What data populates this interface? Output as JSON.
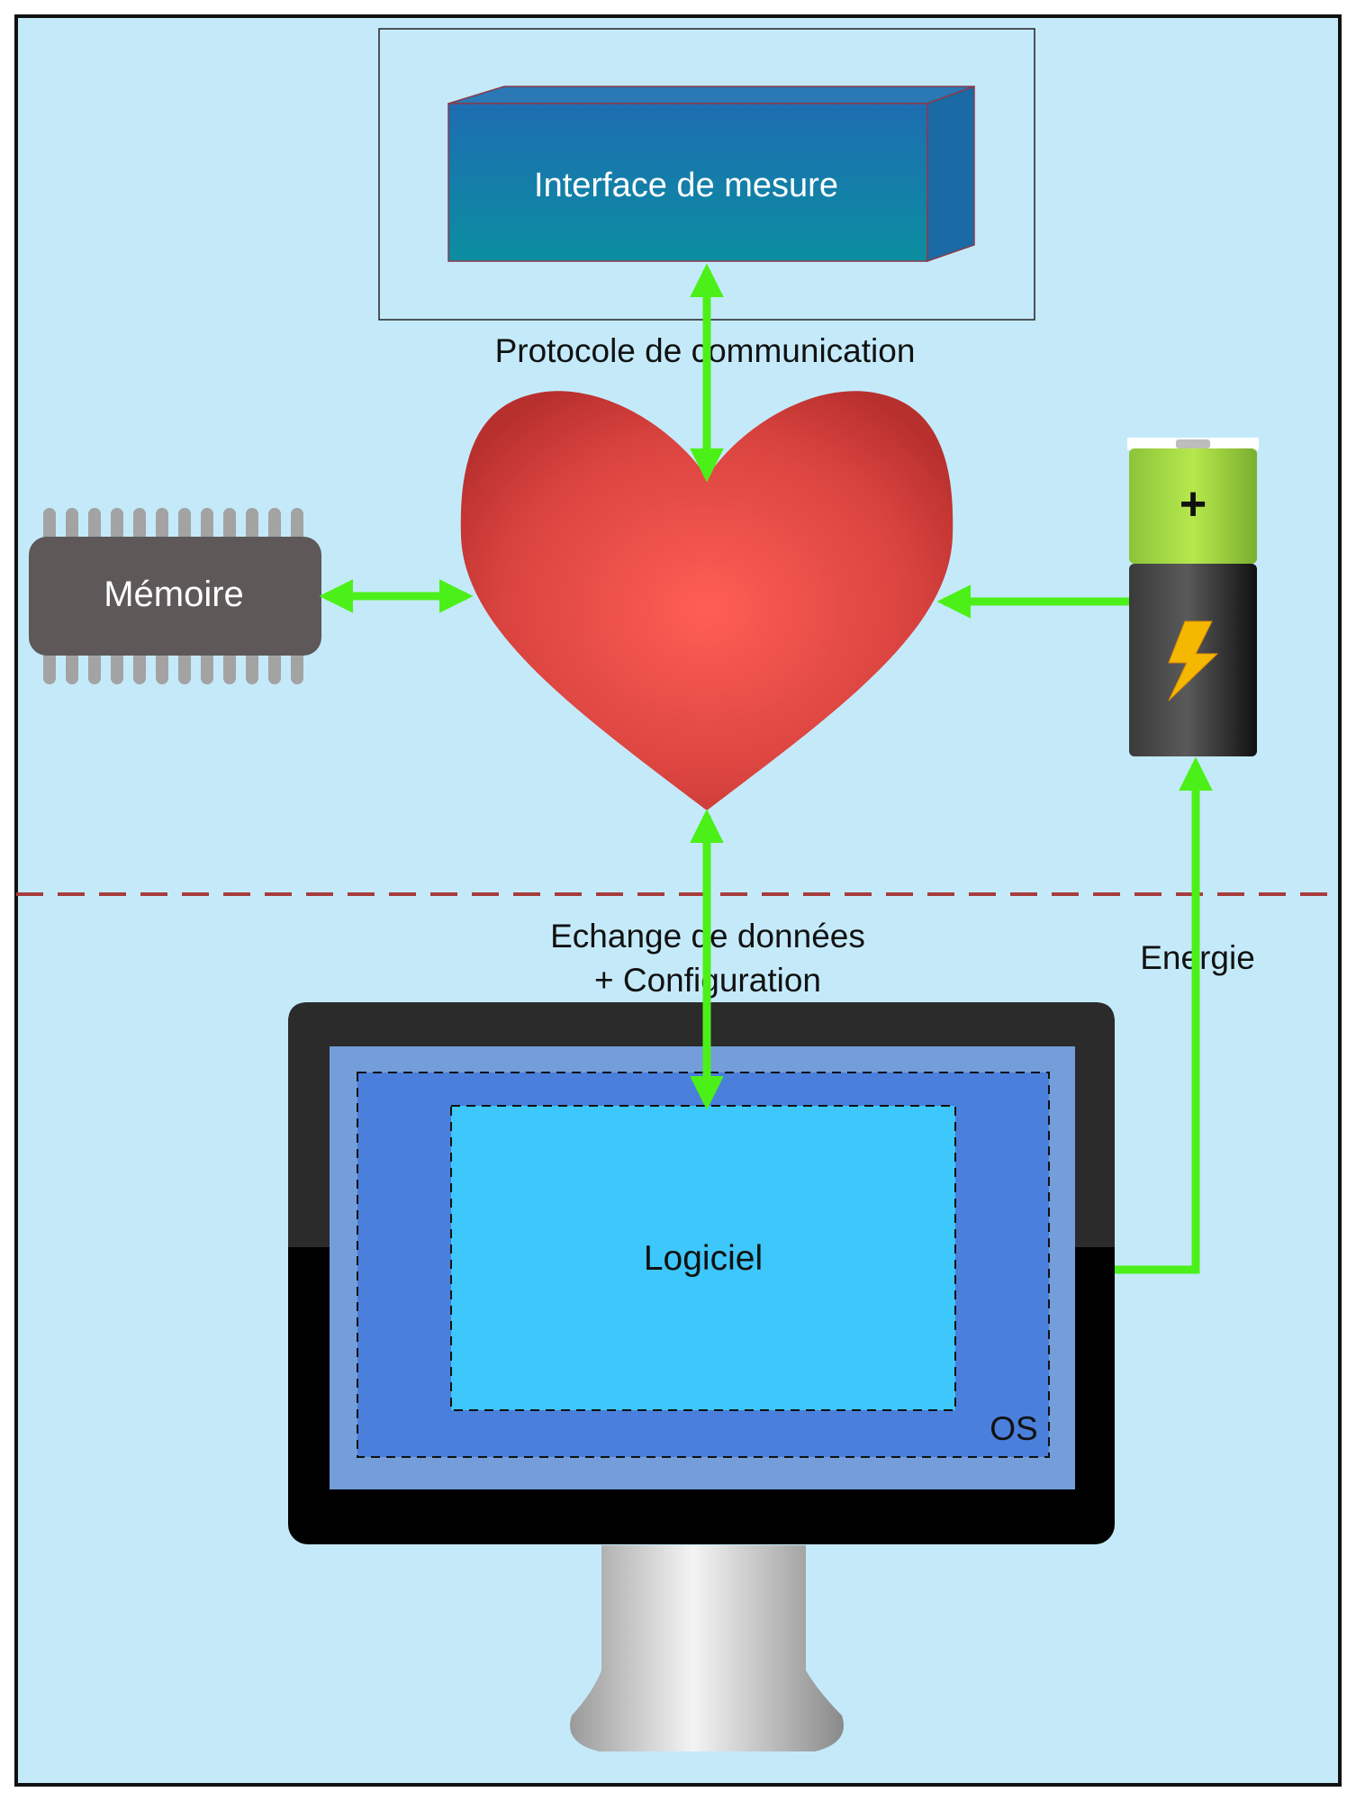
{
  "colors": {
    "background": "#c4eafa",
    "arrow": "#4cf019",
    "separator": "#a73c3c",
    "interface_front": "#1a6fae",
    "heart": "#e2504c",
    "memory_chip": "#5e5859",
    "screen_os": "#4a7fdb",
    "screen_logiciel": "#3ec7fb"
  },
  "labels": {
    "interface": "Interface de mesure",
    "protocol": "Protocole de communication",
    "memory": "Mémoire",
    "battery_plus": "+",
    "exchange_line1": "Echange de données",
    "exchange_line2": "+ Configuration",
    "energy": "Energie",
    "software": "Logiciel",
    "os": "OS"
  },
  "icons": {
    "heart": "heart-icon",
    "battery": "battery-icon",
    "lightning": "lightning-icon",
    "chip": "memory-chip-icon",
    "monitor": "monitor-icon"
  }
}
